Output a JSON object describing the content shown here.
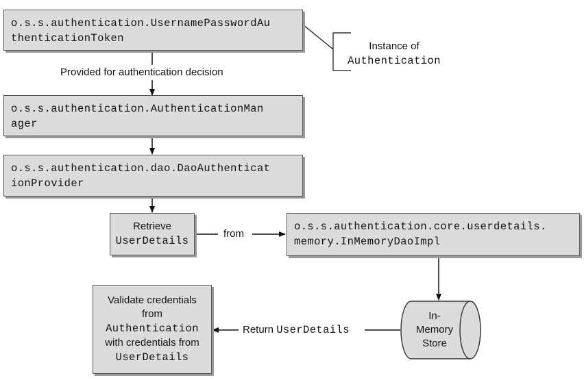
{
  "nodes": {
    "token": {
      "line1": "o.s.s.authentication.UsernamePasswordAu",
      "line2": "thenticationToken"
    },
    "manager": {
      "line1": "o.s.s.authentication.AuthenticationMan",
      "line2": "ager"
    },
    "provider": {
      "line1": "o.s.s.authentication.dao.DaoAuthenticat",
      "line2": "ionProvider"
    },
    "retrieve": {
      "line1": "Retrieve",
      "line2": "UserDetails"
    },
    "inmemory_dao": {
      "line1": "o.s.s.authentication.core.userdetails.",
      "line2": "memory.InMemoryDaoImpl"
    },
    "validate": {
      "line1": "Validate credentials",
      "line2": "from",
      "line3": "Authentication",
      "line4": "with credentials from",
      "line5": "UserDetails"
    },
    "store": {
      "line1": "In-",
      "line2": "Memory",
      "line3": "Store"
    }
  },
  "annotation": {
    "line1": "Instance of",
    "line2": "Authentication"
  },
  "edges": {
    "provided": "Provided for authentication decision",
    "from": "from",
    "return_prefix": "Return ",
    "return_code": "UserDetails"
  }
}
